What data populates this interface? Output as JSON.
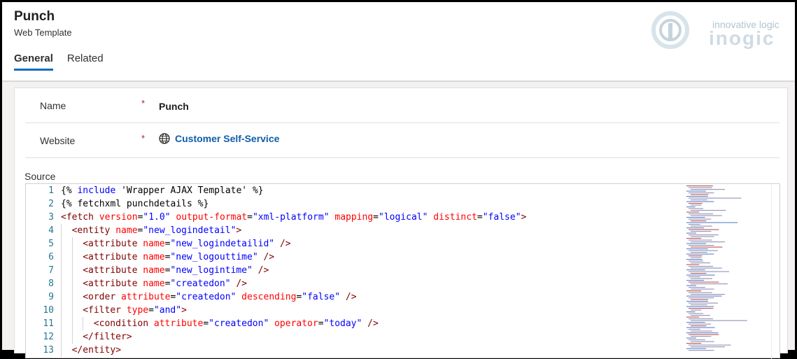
{
  "header": {
    "title": "Punch",
    "subtitle": "Web Template",
    "tabs": [
      {
        "label": "General",
        "active": true
      },
      {
        "label": "Related",
        "active": false
      }
    ],
    "logo": {
      "small_text": "innovative logic",
      "big_text": "inogic"
    }
  },
  "form": {
    "name_label": "Name",
    "name_value": "Punch",
    "website_label": "Website",
    "website_value": "Customer Self-Service",
    "required_marker": "*",
    "source_label": "Source"
  },
  "editor": {
    "lines": [
      {
        "n": "1",
        "indent": 0,
        "tokens": [
          [
            "liq",
            "{% "
          ],
          [
            "kw",
            "include"
          ],
          [
            "liq",
            " 'Wrapper AJAX Template' %}"
          ]
        ]
      },
      {
        "n": "2",
        "indent": 0,
        "tokens": [
          [
            "liq",
            "{% fetchxml punchdetails %}"
          ]
        ]
      },
      {
        "n": "3",
        "indent": 0,
        "tokens": [
          [
            "tag",
            "<fetch "
          ],
          [
            "attr",
            "version"
          ],
          [
            "liq",
            "="
          ],
          [
            "val",
            "\"1.0\""
          ],
          [
            "attr",
            " output-format"
          ],
          [
            "liq",
            "="
          ],
          [
            "val",
            "\"xml-platform\""
          ],
          [
            "attr",
            " mapping"
          ],
          [
            "liq",
            "="
          ],
          [
            "val",
            "\"logical\""
          ],
          [
            "attr",
            " distinct"
          ],
          [
            "liq",
            "="
          ],
          [
            "val",
            "\"false\""
          ],
          [
            "tag",
            ">"
          ]
        ]
      },
      {
        "n": "4",
        "indent": 1,
        "tokens": [
          [
            "tag",
            "<entity "
          ],
          [
            "attr",
            "name"
          ],
          [
            "liq",
            "="
          ],
          [
            "val",
            "\"new_logindetail\""
          ],
          [
            "tag",
            ">"
          ]
        ]
      },
      {
        "n": "5",
        "indent": 2,
        "tokens": [
          [
            "tag",
            "<attribute "
          ],
          [
            "attr",
            "name"
          ],
          [
            "liq",
            "="
          ],
          [
            "val",
            "\"new_logindetailid\""
          ],
          [
            "tag",
            " />"
          ]
        ]
      },
      {
        "n": "6",
        "indent": 2,
        "tokens": [
          [
            "tag",
            "<attribute "
          ],
          [
            "attr",
            "name"
          ],
          [
            "liq",
            "="
          ],
          [
            "val",
            "\"new_logouttime\""
          ],
          [
            "tag",
            " />"
          ]
        ]
      },
      {
        "n": "7",
        "indent": 2,
        "tokens": [
          [
            "tag",
            "<attribute "
          ],
          [
            "attr",
            "name"
          ],
          [
            "liq",
            "="
          ],
          [
            "val",
            "\"new_logintime\""
          ],
          [
            "tag",
            " />"
          ]
        ]
      },
      {
        "n": "8",
        "indent": 2,
        "tokens": [
          [
            "tag",
            "<attribute "
          ],
          [
            "attr",
            "name"
          ],
          [
            "liq",
            "="
          ],
          [
            "val",
            "\"createdon\""
          ],
          [
            "tag",
            " />"
          ]
        ]
      },
      {
        "n": "9",
        "indent": 2,
        "tokens": [
          [
            "tag",
            "<order "
          ],
          [
            "attr",
            "attribute"
          ],
          [
            "liq",
            "="
          ],
          [
            "val",
            "\"createdon\""
          ],
          [
            "attr",
            " descending"
          ],
          [
            "liq",
            "="
          ],
          [
            "val",
            "\"false\""
          ],
          [
            "tag",
            " />"
          ]
        ]
      },
      {
        "n": "10",
        "indent": 2,
        "tokens": [
          [
            "tag",
            "<filter "
          ],
          [
            "attr",
            "type"
          ],
          [
            "liq",
            "="
          ],
          [
            "val",
            "\"and\""
          ],
          [
            "tag",
            ">"
          ]
        ]
      },
      {
        "n": "11",
        "indent": 3,
        "tokens": [
          [
            "tag",
            "<condition "
          ],
          [
            "attr",
            "attribute"
          ],
          [
            "liq",
            "="
          ],
          [
            "val",
            "\"createdon\""
          ],
          [
            "attr",
            " operator"
          ],
          [
            "liq",
            "="
          ],
          [
            "val",
            "\"today\""
          ],
          [
            "tag",
            " />"
          ]
        ]
      },
      {
        "n": "12",
        "indent": 2,
        "tokens": [
          [
            "tag",
            "</filter>"
          ]
        ]
      },
      {
        "n": "13",
        "indent": 1,
        "tokens": [
          [
            "tag",
            "</entity>"
          ]
        ]
      }
    ]
  },
  "colors": {
    "accent": "#0f6cbd",
    "link": "#0f5ea8",
    "required": "#a4262c",
    "line_number": "#237893"
  }
}
